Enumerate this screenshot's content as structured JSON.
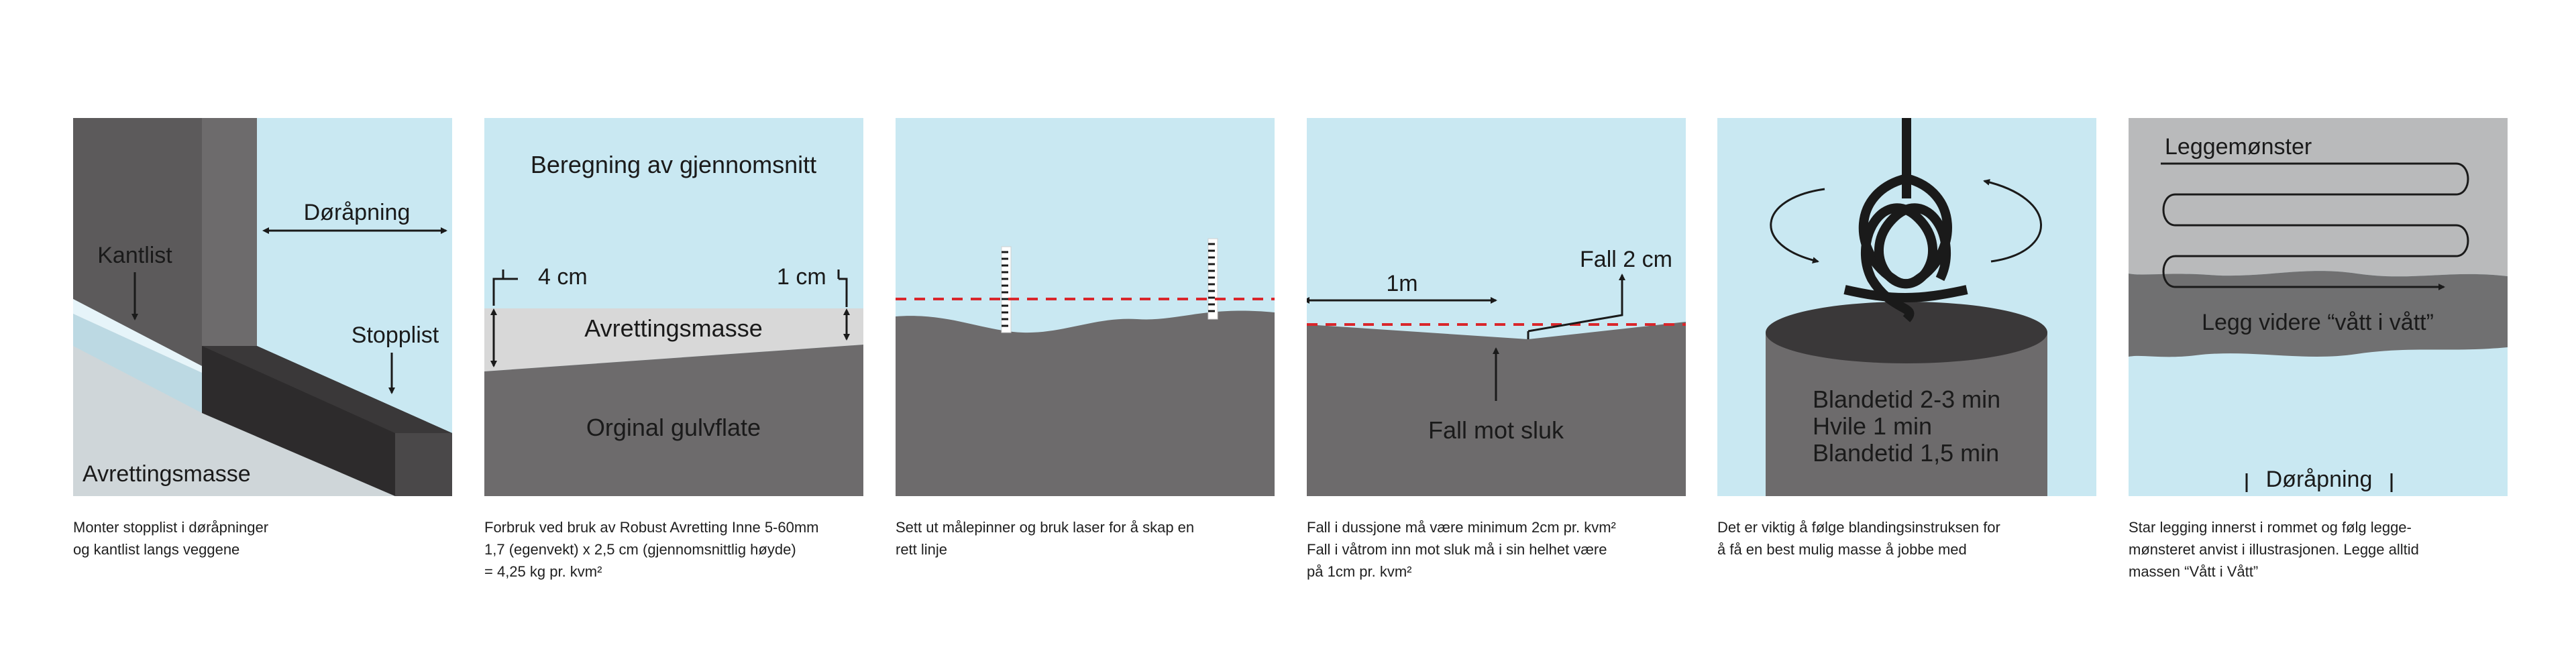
{
  "colors": {
    "sky": "#c9e8f2",
    "floor_dark": "#6d6b6c",
    "wall_dark": "#5c5a5b",
    "leveling_light": "#d8d8d8",
    "laser_red": "#d9262b",
    "text": "#1a1a1a"
  },
  "panels": [
    {
      "labels": {
        "doorway": "Døråpning",
        "edge_strip": "Kantlist",
        "stop_strip": "Stopplist",
        "compound": "Avrettingsmasse"
      },
      "caption": [
        "Monter stopplist i døråpninger",
        "og kantlist langs veggene"
      ]
    },
    {
      "labels": {
        "title": "Beregning av gjennomsnitt",
        "left_depth": "4 cm",
        "right_depth": "1 cm",
        "compound": "Avrettingsmasse",
        "original_floor": "Orginal gulvflate"
      },
      "caption": [
        "Forbruk ved bruk av Robust Avretting Inne 5-60mm",
        "1,7 (egenvekt) x 2,5 cm (gjennomsnittlig høyde)",
        "= 4,25 kg pr. kvm²"
      ]
    },
    {
      "labels": {},
      "caption": [
        "Sett ut målepinner og bruk laser for å skap en",
        "rett linje"
      ]
    },
    {
      "labels": {
        "distance": "1m",
        "fall": "Fall 2 cm",
        "drain": "Fall mot sluk"
      },
      "caption": [
        "Fall i dussjone må være minimum 2cm pr. kvm²",
        "Fall i våtrom inn mot sluk må i sin helhet være",
        "på 1cm pr. kvm²"
      ]
    },
    {
      "labels": {
        "mix_time_1": "Blandetid 2-3 min",
        "rest": "Hvile 1 min",
        "mix_time_2": "Blandetid 1,5 min"
      },
      "caption": [
        "Det er viktig å følge blandingsinstruksen for",
        "å få en best mulig masse å jobbe med"
      ]
    },
    {
      "labels": {
        "pattern": "Leggemønster",
        "continue": "Legg videre “vått i vått”",
        "doorway": "Døråpning"
      },
      "caption": [
        "Star legging innerst i rommet og følg legge-",
        "mønsteret anvist i illustrasjonen. Legge alltid",
        "massen “Vått i Vått”"
      ]
    }
  ]
}
